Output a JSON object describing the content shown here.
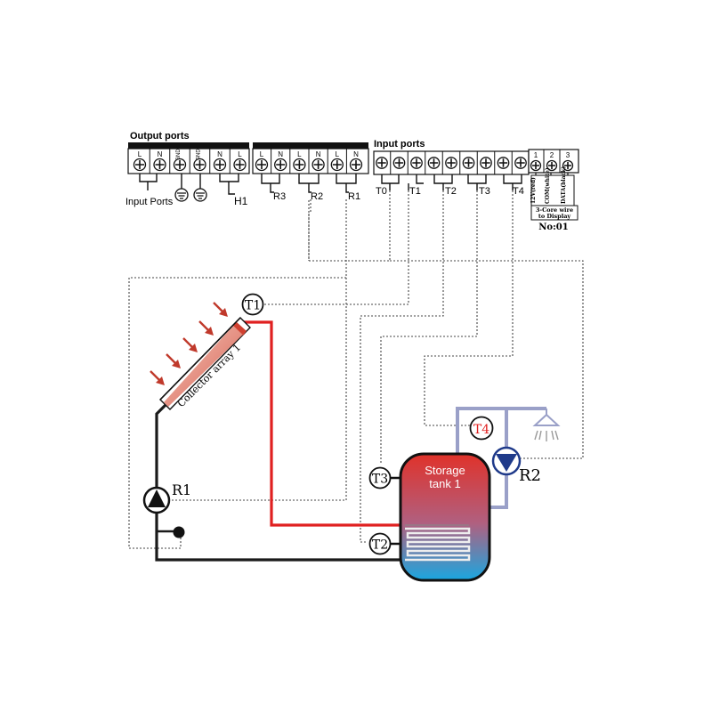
{
  "output_ports": {
    "title": "Output ports",
    "group1_terminals": [
      "L",
      "N",
      "GND",
      "GND",
      "N",
      "L"
    ],
    "group2_terminals": [
      "L",
      "N",
      "L",
      "N",
      "L",
      "N"
    ],
    "input_ports_label": "Input Ports",
    "h1_label": "H1",
    "relay_labels": [
      "R3",
      "R2",
      "R1"
    ]
  },
  "input_ports": {
    "title": "Input ports",
    "sensor_labels": [
      "T0",
      "T1",
      "T2",
      "T3",
      "T4"
    ]
  },
  "display_connector": {
    "terminals": [
      "1",
      "2",
      "3"
    ],
    "wires": [
      "12V(red)",
      "COM(white)",
      "DATA(black)"
    ],
    "note_line1": "3-Core wire",
    "note_line2": "to Display",
    "number": "No:01"
  },
  "diagram": {
    "collector_label": "Collector array 1",
    "tank_line1": "Storage",
    "tank_line2": "tank 1",
    "sensors": {
      "t1": "T1",
      "t2": "T2",
      "t3": "T3",
      "t4": "T4"
    },
    "pumps": {
      "r1": "R1",
      "r2": "R2"
    }
  },
  "colors": {
    "hot_pipe": "#e02020",
    "cold_pipe": "#1a1a1a",
    "hx_pipe": "#9aa0c8",
    "tank_hot": "#e0322a",
    "tank_cold": "#1aa7e0",
    "sun_arrow": "#c0392b"
  }
}
